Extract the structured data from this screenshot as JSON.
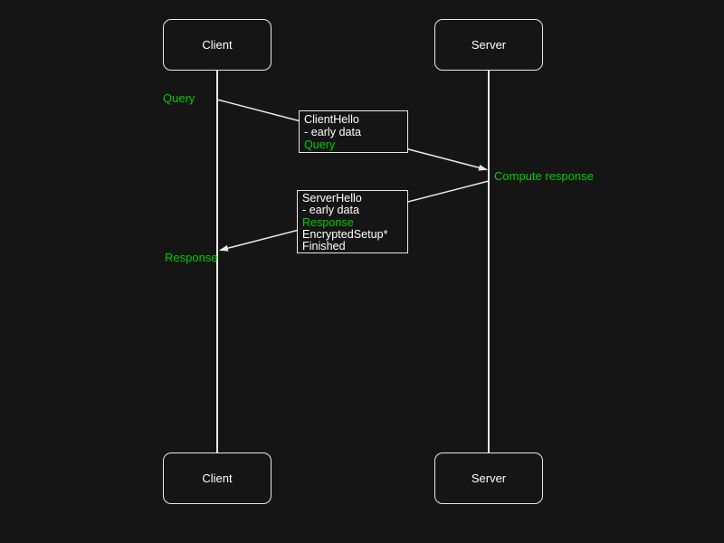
{
  "colors": {
    "bg": "#151515",
    "line": "#e8e8e8",
    "text": "#ffffff",
    "green": "#00cc00"
  },
  "actors": {
    "top_left": "Client",
    "top_right": "Server",
    "bottom_left": "Client",
    "bottom_right": "Server"
  },
  "flow_labels": {
    "query": "Query",
    "compute_response": "Compute response",
    "response": "Response"
  },
  "messages": {
    "client_hello": {
      "lines": [
        {
          "text": "ClientHello",
          "color": "white"
        },
        {
          "text": "- early data",
          "color": "white"
        },
        {
          "text": "Query",
          "color": "green"
        }
      ]
    },
    "server_hello": {
      "lines": [
        {
          "text": "ServerHello",
          "color": "white"
        },
        {
          "text": "- early data",
          "color": "white"
        },
        {
          "text": "Response",
          "color": "green"
        },
        {
          "text": "EncryptedSetup*",
          "color": "white"
        },
        {
          "text": "Finished",
          "color": "white"
        }
      ]
    }
  }
}
